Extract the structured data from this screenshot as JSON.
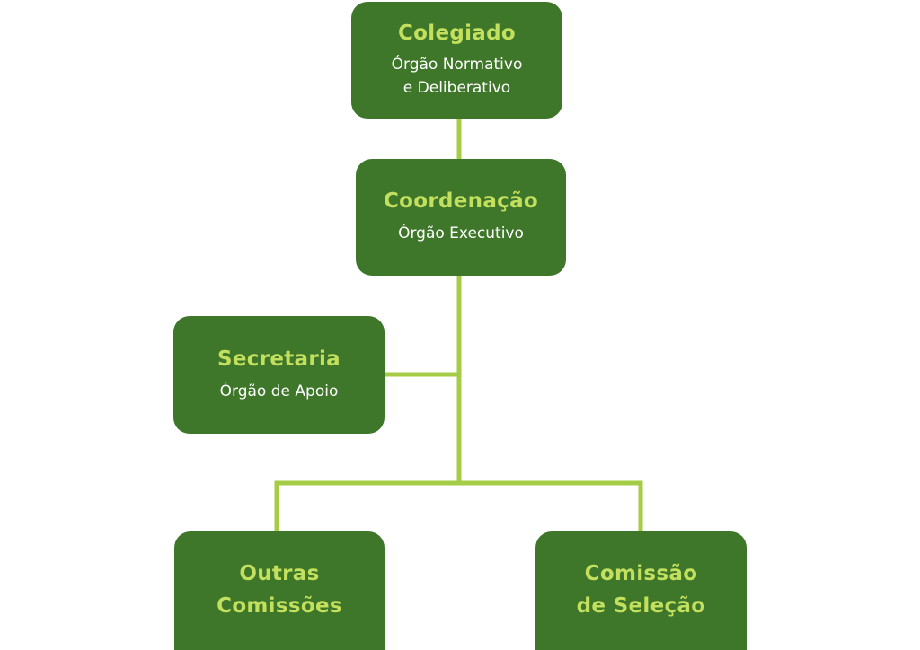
{
  "colors": {
    "box": "#3e762a",
    "title": "#c2df5d",
    "subtitle": "#ffffff",
    "connector": "#a5cc46"
  },
  "nodes": {
    "colegiado": {
      "title": "Colegiado",
      "subtitle": "Órgão Normativo\ne Deliberativo"
    },
    "coordenacao": {
      "title": "Coordenação",
      "subtitle": "Órgão Executivo"
    },
    "secretaria": {
      "title": "Secretaria",
      "subtitle": "Órgão de Apoio"
    },
    "outras_comissoes": {
      "title": "Outras\nComissões"
    },
    "comissao_selecao": {
      "title": "Comissão\nde Seleção"
    }
  }
}
